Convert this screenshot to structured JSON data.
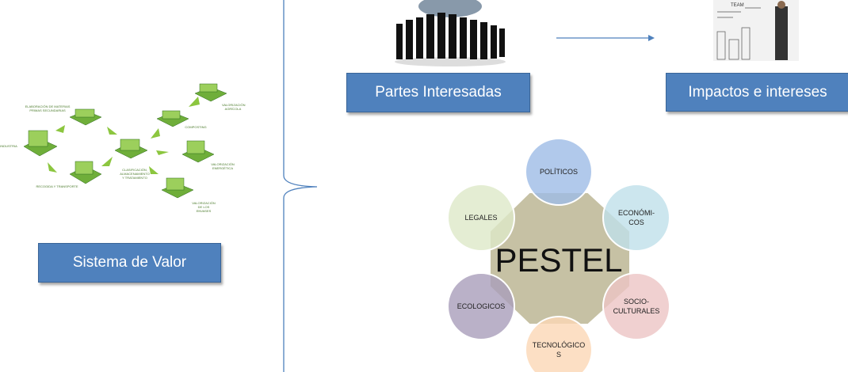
{
  "left": {
    "box_label": "Sistema de Valor",
    "diagram_labels": {
      "materias": "ELABORACIÓN DE MATERIAS PRIMAS SECUNDARIAS",
      "industria": "INDUSTRIA",
      "recogida": "RECOGIDA Y TRANSPORTE",
      "clasificacion": "CLASIFICACIÓN, ALMACENAMIENTO Y TRATAMIENTO",
      "composting": "COMPOSTING",
      "agricola": "VALORIZACIÓN AGRÍCOLA",
      "energetica": "VALORIZACIÓN ENERGÉTICA",
      "envases": "VALORIZACIÓN DE LOS ENVASES"
    }
  },
  "right": {
    "stakeholders_label": "Partes Interesadas",
    "impacts_label": "Impactos e intereses"
  },
  "pestel": {
    "center": "PESTEL",
    "factors": [
      {
        "line1": "POLÍTICOS",
        "line2": "",
        "color": "#9dbbe6"
      },
      {
        "line1": "ECONÓMI-",
        "line2": "COS",
        "color": "#bfe0ea"
      },
      {
        "line1": "SOCIO-",
        "line2": "CULTURALES",
        "color": "#ecc4c4"
      },
      {
        "line1": "TECNOLÓGICO",
        "line2": "S",
        "color": "#fbd7b5"
      },
      {
        "line1": "ECOLOGICOS",
        "line2": "",
        "color": "#a99dba"
      },
      {
        "line1": "LEGALES",
        "line2": "",
        "color": "#dde8c8"
      }
    ],
    "center_color": "#c6c1a4"
  }
}
